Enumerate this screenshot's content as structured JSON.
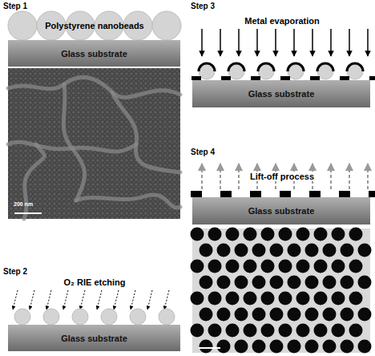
{
  "diagram": {
    "nodes": [
      {
        "text": [
          "Glass substrate"
        ]
      },
      {
        "text": [
          "Glass substrate"
        ]
      },
      {
        "text": [
          "Glass substrate"
        ]
      },
      {
        "text": [
          "Glass substrate"
        ]
      }
    ],
    "labels": [
      "Step 1",
      "Polystyrene nanobeads",
      "200 nm",
      "Step 2",
      "O₂ RIE etching",
      "Step 3",
      "Metal evaporation",
      "Step 4",
      "Lift-off process"
    ]
  }
}
